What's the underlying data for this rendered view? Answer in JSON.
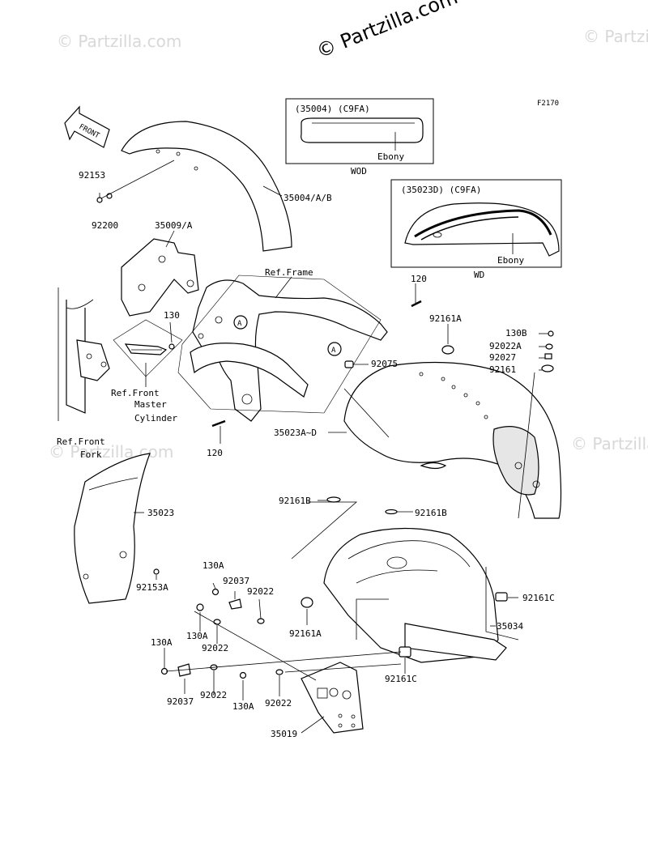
{
  "watermarks": {
    "main": "© Partzilla.com",
    "faint": "© Partzilla.com"
  },
  "figure_code": "F2170",
  "front_arrow": "FRONT",
  "insets": {
    "wod": {
      "header": "(35004)  (C9FA)",
      "color": "Ebony",
      "caption": "WOD"
    },
    "wd": {
      "header": "(35023D) (C9FA)",
      "color": "Ebony",
      "caption": "WD"
    }
  },
  "callouts": {
    "c_a": "A",
    "p92153": "92153",
    "p92200": "92200",
    "p35004": "35004/A/B",
    "p35009": "35009/A",
    "p130_top": "130",
    "ref_master_1": "Ref.Front",
    "ref_master_2": "Master",
    "ref_master_3": "Cylinder",
    "ref_fork_1": "Ref.Front",
    "ref_fork_2": "Fork",
    "ref_frame": "Ref.Frame",
    "p120_top": "120",
    "p120_bottom": "120",
    "p92161A_top": "92161A",
    "p130B": "130B",
    "p92022A": "92022A",
    "p92027": "92027",
    "p92161": "92161",
    "p92075": "92075",
    "p35023AD": "35023A~D",
    "p35023": "35023",
    "p92153A": "92153A",
    "p92161B_left": "92161B",
    "p92161B_right": "92161B",
    "p130A_1": "130A",
    "p92037_1": "92037",
    "p92022_1": "92022",
    "p130A_2": "130A",
    "p92022_2": "92022",
    "p92161A_bottom": "92161A",
    "p92161C_right": "92161C",
    "p35034": "35034",
    "p130A_3": "130A",
    "p92037_2": "92037",
    "p92022_3": "92022",
    "p130A_4": "130A",
    "p92022_4": "92022",
    "p92161C_bottom": "92161C",
    "p35019": "35019"
  }
}
